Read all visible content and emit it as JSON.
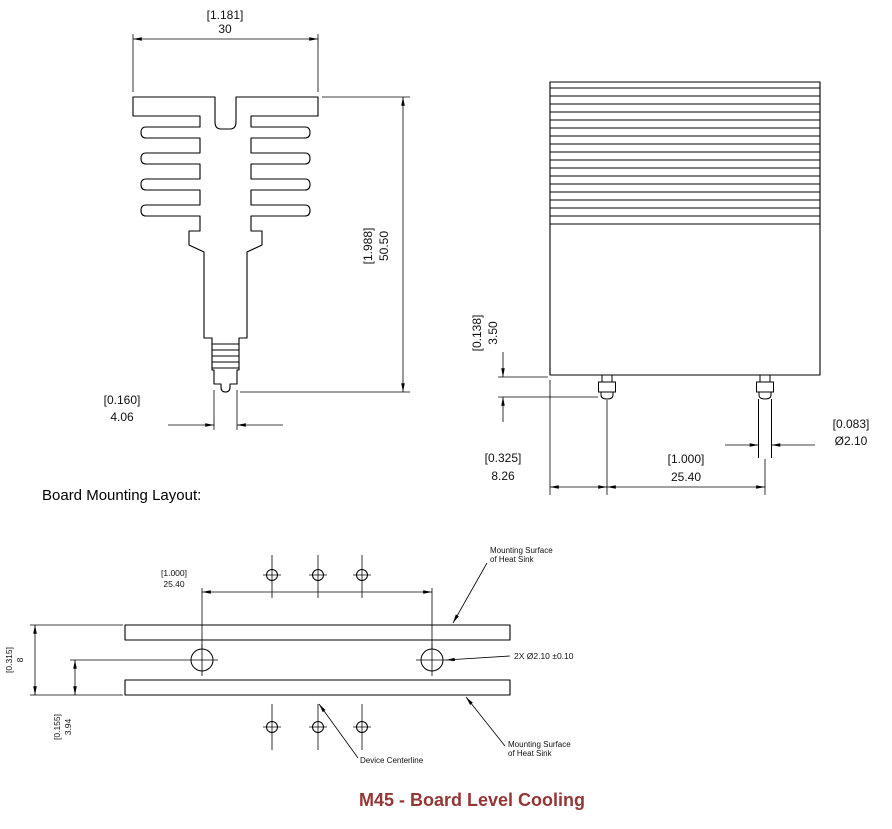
{
  "front_view": {
    "dim_width": {
      "inches": "[1.181]",
      "mm": "30"
    },
    "dim_height": {
      "inches": "[1.988]",
      "mm": "50.50"
    },
    "dim_pin_width": {
      "inches": "[0.160]",
      "mm": "4.06"
    }
  },
  "side_view": {
    "dim_standoff": {
      "inches": "[0.138]",
      "mm": "3.50"
    },
    "dim_edge_to_pin": {
      "inches": "[0.325]",
      "mm": "8.26"
    },
    "dim_pin_spacing": {
      "inches": "[1.000]",
      "mm": "25.40"
    },
    "dim_pin_diameter": {
      "inches": "[0.083]",
      "mm": "Ø2.10"
    }
  },
  "board_layout": {
    "heading": "Board Mounting Layout:",
    "dim_hole_spacing": {
      "inches": "[1.000]",
      "mm": "25.40"
    },
    "dim_pattern_width": {
      "inches": "[0.315]",
      "mm": "8"
    },
    "dim_center_offset": {
      "inches": "[0.155]",
      "mm": "3.94"
    },
    "hole_callout": "2X Ø2.10 ±0.10",
    "mounting_surface_top": {
      "line1": "Mounting Surface",
      "line2": "of Heat Sink"
    },
    "mounting_surface_bottom": {
      "line1": "Mounting Surface",
      "line2": "of Heat Sink"
    },
    "device_centerline": "Device Centerline"
  },
  "footer": {
    "title": "M45 - Board Level Cooling"
  },
  "colors": {
    "line": "#000000",
    "title": "#943634",
    "background": "#ffffff"
  }
}
